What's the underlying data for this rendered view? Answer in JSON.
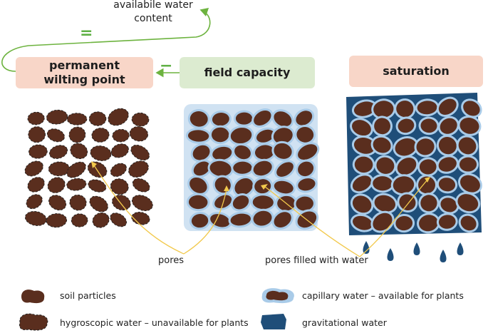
{
  "top": {
    "available_water": "availabile water content",
    "equals_sign": "=",
    "minus_sign": "−"
  },
  "stages": [
    {
      "label": "permanent wilting point",
      "color": "#f8d6c8"
    },
    {
      "label": "field capacity",
      "color": "#dcebd0"
    },
    {
      "label": "saturation",
      "color": "#f8d6c8"
    }
  ],
  "annotations": {
    "pores": "pores",
    "pores_filled": "pores filled with water"
  },
  "legend": [
    {
      "label": "soil particles",
      "icon": "soil-particle-icon"
    },
    {
      "label": "hygroscopic water – unavailable for plants",
      "icon": "hygroscopic-water-icon"
    },
    {
      "label": "capillary water – available for plants",
      "icon": "capillary-water-icon"
    },
    {
      "label": "gravitational water",
      "icon": "gravitational-water-icon"
    }
  ],
  "colors": {
    "soil": "#5a2e1e",
    "capillary": "#a9cbe8",
    "gravitational": "#1f4e79",
    "arrow_green": "#6db33f",
    "pointer_yellow": "#f2c94c"
  }
}
